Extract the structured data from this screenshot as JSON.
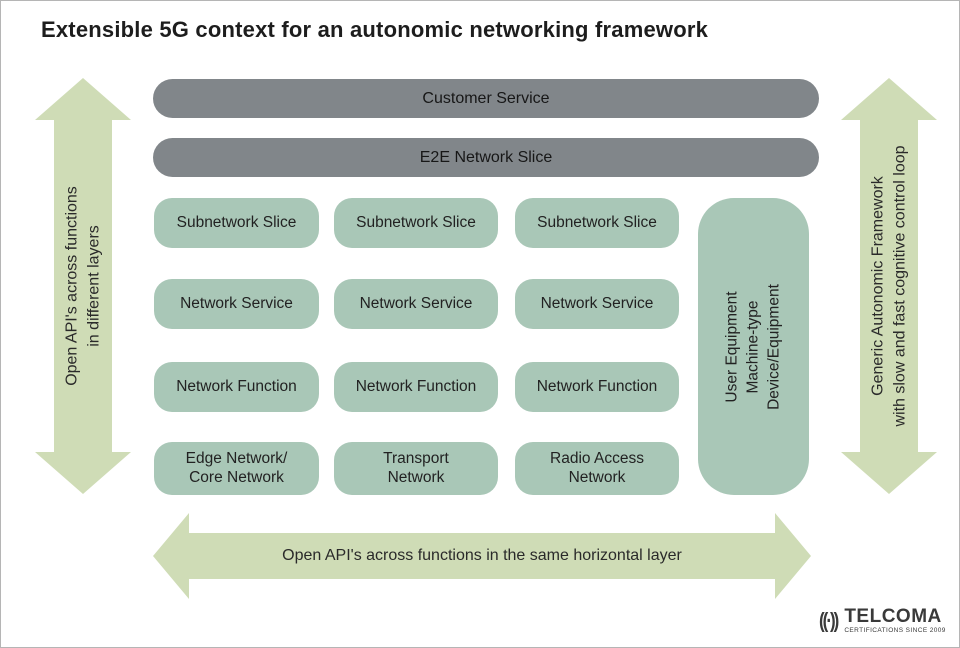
{
  "title": "Extensible 5G context for an autonomic networking framework",
  "colors": {
    "bar_gray": "#81868a",
    "box_green": "#a9c7b7",
    "arrow_green": "#cfdcb6",
    "text_dark": "#222222"
  },
  "top_bars": {
    "customer_service": "Customer Service",
    "e2e_network_slice": "E2E Network Slice"
  },
  "left_arrow": {
    "line1": "Open API's across functions",
    "line2": "in different layers"
  },
  "right_arrow": {
    "line1": "Generic Autonomic Framework",
    "line2": "with slow and fast cognitive control loop"
  },
  "bottom_arrow": {
    "label": "Open API's across functions in the same horizontal layer"
  },
  "grid": {
    "rows": [
      [
        "Subnetwork Slice",
        "Subnetwork Slice",
        "Subnetwork Slice"
      ],
      [
        "Network Service",
        "Network Service",
        "Network Service"
      ],
      [
        "Network Function",
        "Network Function",
        "Network Function"
      ],
      [
        "Edge Network/\nCore Network",
        "Transport\nNetwork",
        "Radio Access\nNetwork"
      ]
    ]
  },
  "ue_box": {
    "line1": "User Equipment",
    "line2": "Machine-type",
    "line3": "Device/Equipment"
  },
  "logo": {
    "icon": "((·))",
    "name": "TELCOMA",
    "tagline": "CERTIFICATIONS SINCE 2009"
  }
}
